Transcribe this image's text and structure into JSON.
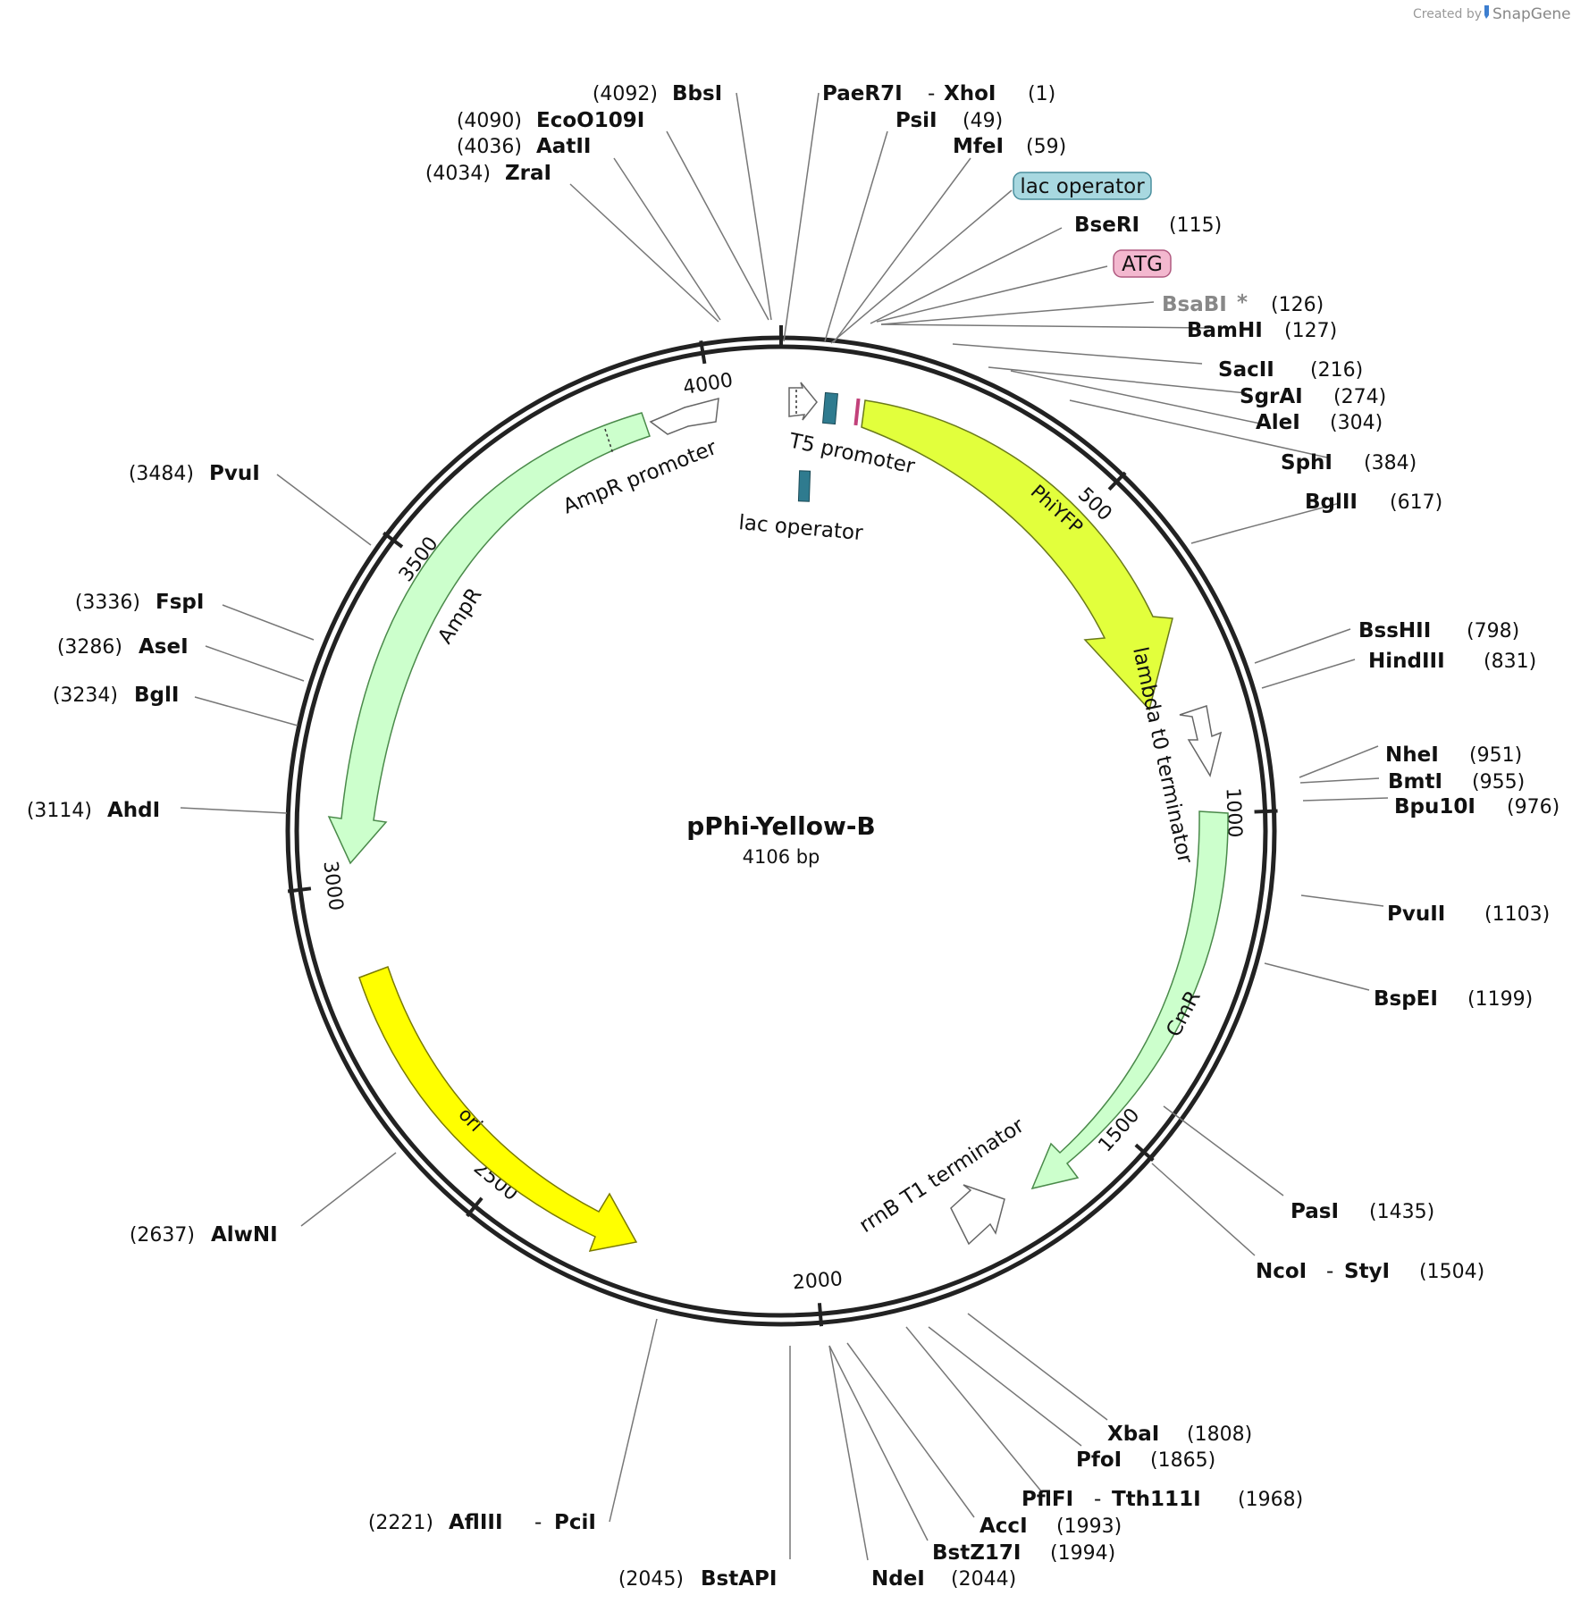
{
  "credit": {
    "created_by": "Created by",
    "brand": "SnapGene"
  },
  "plasmid": {
    "name": "pPhi-Yellow-B",
    "length_label": "4106 bp",
    "length": 4106
  },
  "ticks": [
    "500",
    "1000",
    "1500",
    "2000",
    "2500",
    "3000",
    "3500",
    "4000"
  ],
  "sites": [
    {
      "name": "BbsI",
      "pos": "(4092)"
    },
    {
      "name": "EcoO109I",
      "pos": "(4090)"
    },
    {
      "name": "AatII",
      "pos": "(4036)"
    },
    {
      "name": "ZraI",
      "pos": "(4034)"
    },
    {
      "name": "PaeR7I",
      "name2": "XhoI",
      "pos": "(1)"
    },
    {
      "name": "PsiI",
      "pos": "(49)"
    },
    {
      "name": "MfeI",
      "pos": "(59)"
    },
    {
      "name": "BseRI",
      "pos": "(115)"
    },
    {
      "name": "BsaBI",
      "pos": "(126)",
      "star": "*"
    },
    {
      "name": "BamHI",
      "pos": "(127)"
    },
    {
      "name": "SacII",
      "pos": "(216)"
    },
    {
      "name": "SgrAI",
      "pos": "(274)"
    },
    {
      "name": "AleI",
      "pos": "(304)"
    },
    {
      "name": "SphI",
      "pos": "(384)"
    },
    {
      "name": "BglII",
      "pos": "(617)"
    },
    {
      "name": "BssHII",
      "pos": "(798)"
    },
    {
      "name": "HindIII",
      "pos": "(831)"
    },
    {
      "name": "NheI",
      "pos": "(951)"
    },
    {
      "name": "BmtI",
      "pos": "(955)"
    },
    {
      "name": "Bpu10I",
      "pos": "(976)"
    },
    {
      "name": "PvuII",
      "pos": "(1103)"
    },
    {
      "name": "BspEI",
      "pos": "(1199)"
    },
    {
      "name": "PasI",
      "pos": "(1435)"
    },
    {
      "name": "NcoI",
      "name2": "StyI",
      "pos": "(1504)"
    },
    {
      "name": "XbaI",
      "pos": "(1808)"
    },
    {
      "name": "PfoI",
      "pos": "(1865)"
    },
    {
      "name": "PflFI",
      "name2": "Tth111I",
      "pos": "(1968)"
    },
    {
      "name": "AccI",
      "pos": "(1993)"
    },
    {
      "name": "BstZ17I",
      "pos": "(1994)"
    },
    {
      "name": "NdeI",
      "pos": "(2044)"
    },
    {
      "name": "BstAPI",
      "pos": "(2045)"
    },
    {
      "name": "AflIII",
      "name2": "PciI",
      "pos": "(2221)"
    },
    {
      "name": "AlwNI",
      "pos": "(2637)"
    },
    {
      "name": "AhdI",
      "pos": "(3114)"
    },
    {
      "name": "BglI",
      "pos": "(3234)"
    },
    {
      "name": "AseI",
      "pos": "(3286)"
    },
    {
      "name": "FspI",
      "pos": "(3336)"
    },
    {
      "name": "PvuI",
      "pos": "(3484)"
    }
  ],
  "features": {
    "lac_operator_callout": "lac operator",
    "atg_callout": "ATG",
    "t5_promoter": "T5 promoter",
    "lac_operator": "lac operator",
    "phiyfp": "PhiYFP",
    "lambda_t0": "lambda t0 terminator",
    "cmr": "CmR",
    "rrnb_t1": "rrnB T1 terminator",
    "ori": "ori",
    "ampr": "AmpR",
    "ampr_promoter": "AmpR promoter"
  },
  "colors": {
    "phiyfp": "#e2ff3c",
    "ori": "#ffff00",
    "cmr_ampr": "#ccffcc",
    "lac_operator": "#2f7b8f",
    "lac_callout_bg": "#a8d8e0",
    "atg_bg": "#f3b8cf",
    "atg_mark": "#c2417a"
  }
}
